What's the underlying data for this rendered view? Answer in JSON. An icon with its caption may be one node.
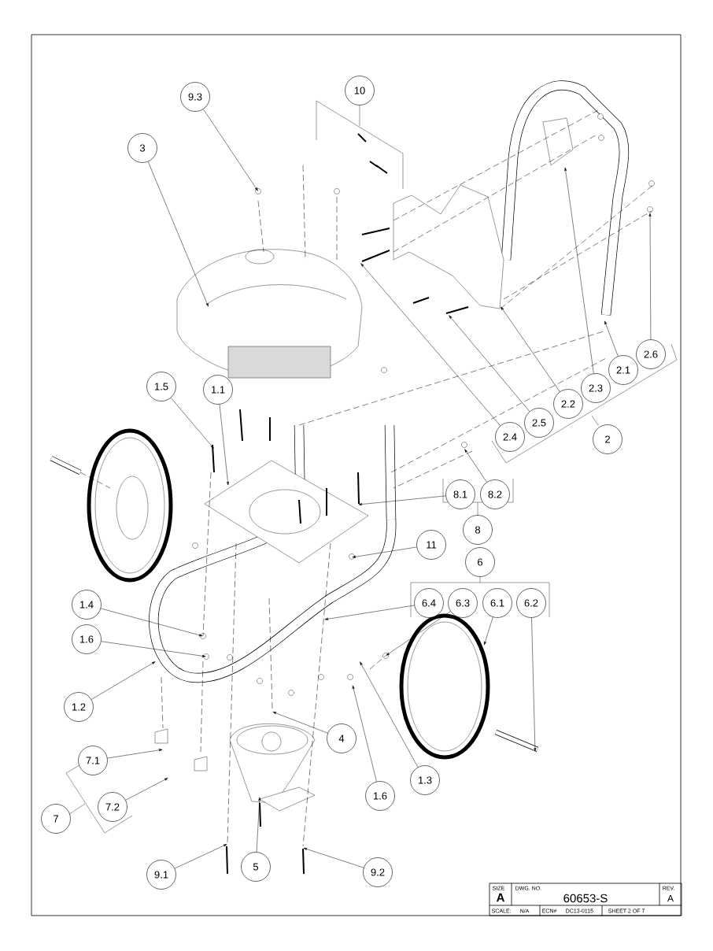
{
  "diagram": {
    "nodes": [
      {
        "text": [
          "10"
        ]
      },
      {
        "text": [
          "9.3"
        ]
      },
      {
        "text": [
          "3"
        ]
      },
      {
        "text": [
          "2.6"
        ]
      },
      {
        "text": [
          "2.1"
        ]
      },
      {
        "text": [
          "2.3"
        ]
      },
      {
        "text": [
          "2.2"
        ]
      },
      {
        "text": [
          "2.5"
        ]
      },
      {
        "text": [
          "2.4"
        ]
      },
      {
        "text": [
          "2"
        ]
      },
      {
        "text": [
          "1.5"
        ]
      },
      {
        "text": [
          "1.1"
        ]
      },
      {
        "text": [
          "8.1"
        ]
      },
      {
        "text": [
          "8.2"
        ]
      },
      {
        "text": [
          "8"
        ]
      },
      {
        "text": [
          "11"
        ]
      },
      {
        "text": [
          "6"
        ]
      },
      {
        "text": [
          "6.4"
        ]
      },
      {
        "text": [
          "6.3"
        ]
      },
      {
        "text": [
          "6.1"
        ]
      },
      {
        "text": [
          "6.2"
        ]
      },
      {
        "text": [
          "1.4"
        ]
      },
      {
        "text": [
          "1.6"
        ]
      },
      {
        "text": [
          "1.2"
        ]
      },
      {
        "text": [
          "4"
        ]
      },
      {
        "text": [
          "7.1"
        ]
      },
      {
        "text": [
          "7.2"
        ]
      },
      {
        "text": [
          "7"
        ]
      },
      {
        "text": [
          "1.3"
        ]
      },
      {
        "text": [
          "1.6"
        ]
      },
      {
        "text": [
          "9.1"
        ]
      },
      {
        "text": [
          "5"
        ]
      },
      {
        "text": [
          "9.2"
        ]
      }
    ],
    "edges": [
      {
        "from": 1,
        "to": null,
        "arrow": "to"
      },
      {
        "from": 2,
        "to": null,
        "arrow": "to"
      },
      {
        "from": 3,
        "to": null,
        "arrow": "to"
      },
      {
        "from": 4,
        "to": null,
        "arrow": "to"
      },
      {
        "from": 5,
        "to": null,
        "arrow": "to"
      },
      {
        "from": 6,
        "to": null,
        "arrow": "to"
      },
      {
        "from": 7,
        "to": null,
        "arrow": "to"
      },
      {
        "from": 8,
        "to": null,
        "arrow": "to"
      },
      {
        "from": 10,
        "to": null,
        "arrow": "to"
      },
      {
        "from": 11,
        "to": null,
        "arrow": "to"
      },
      {
        "from": 12,
        "to": null,
        "arrow": "to"
      },
      {
        "from": 13,
        "to": null,
        "arrow": "to"
      },
      {
        "from": 15,
        "to": null,
        "arrow": "to"
      },
      {
        "from": 17,
        "to": null,
        "arrow": "to"
      },
      {
        "from": 18,
        "to": null,
        "arrow": "to"
      },
      {
        "from": 19,
        "to": null,
        "arrow": "to"
      },
      {
        "from": 20,
        "to": null,
        "arrow": "to"
      },
      {
        "from": 21,
        "to": null,
        "arrow": "to"
      },
      {
        "from": 22,
        "to": null,
        "arrow": "to"
      },
      {
        "from": 23,
        "to": null,
        "arrow": "to"
      },
      {
        "from": 24,
        "to": null,
        "arrow": "to"
      },
      {
        "from": 25,
        "to": null,
        "arrow": "to"
      },
      {
        "from": 26,
        "to": null,
        "arrow": "to"
      },
      {
        "from": 28,
        "to": null,
        "arrow": "to"
      },
      {
        "from": 29,
        "to": null,
        "arrow": "to"
      },
      {
        "from": 30,
        "to": null,
        "arrow": "to"
      },
      {
        "from": 31,
        "to": null,
        "arrow": "to"
      },
      {
        "from": 32,
        "to": null,
        "arrow": "to"
      }
    ],
    "labels": [
      "SIZE",
      "DWG. NO.",
      "REV.",
      "A",
      "60653-S",
      "A",
      "SCALE:",
      "N/A",
      "ECN#",
      "DC13-0115",
      "SHEET 2 OF 7"
    ]
  }
}
